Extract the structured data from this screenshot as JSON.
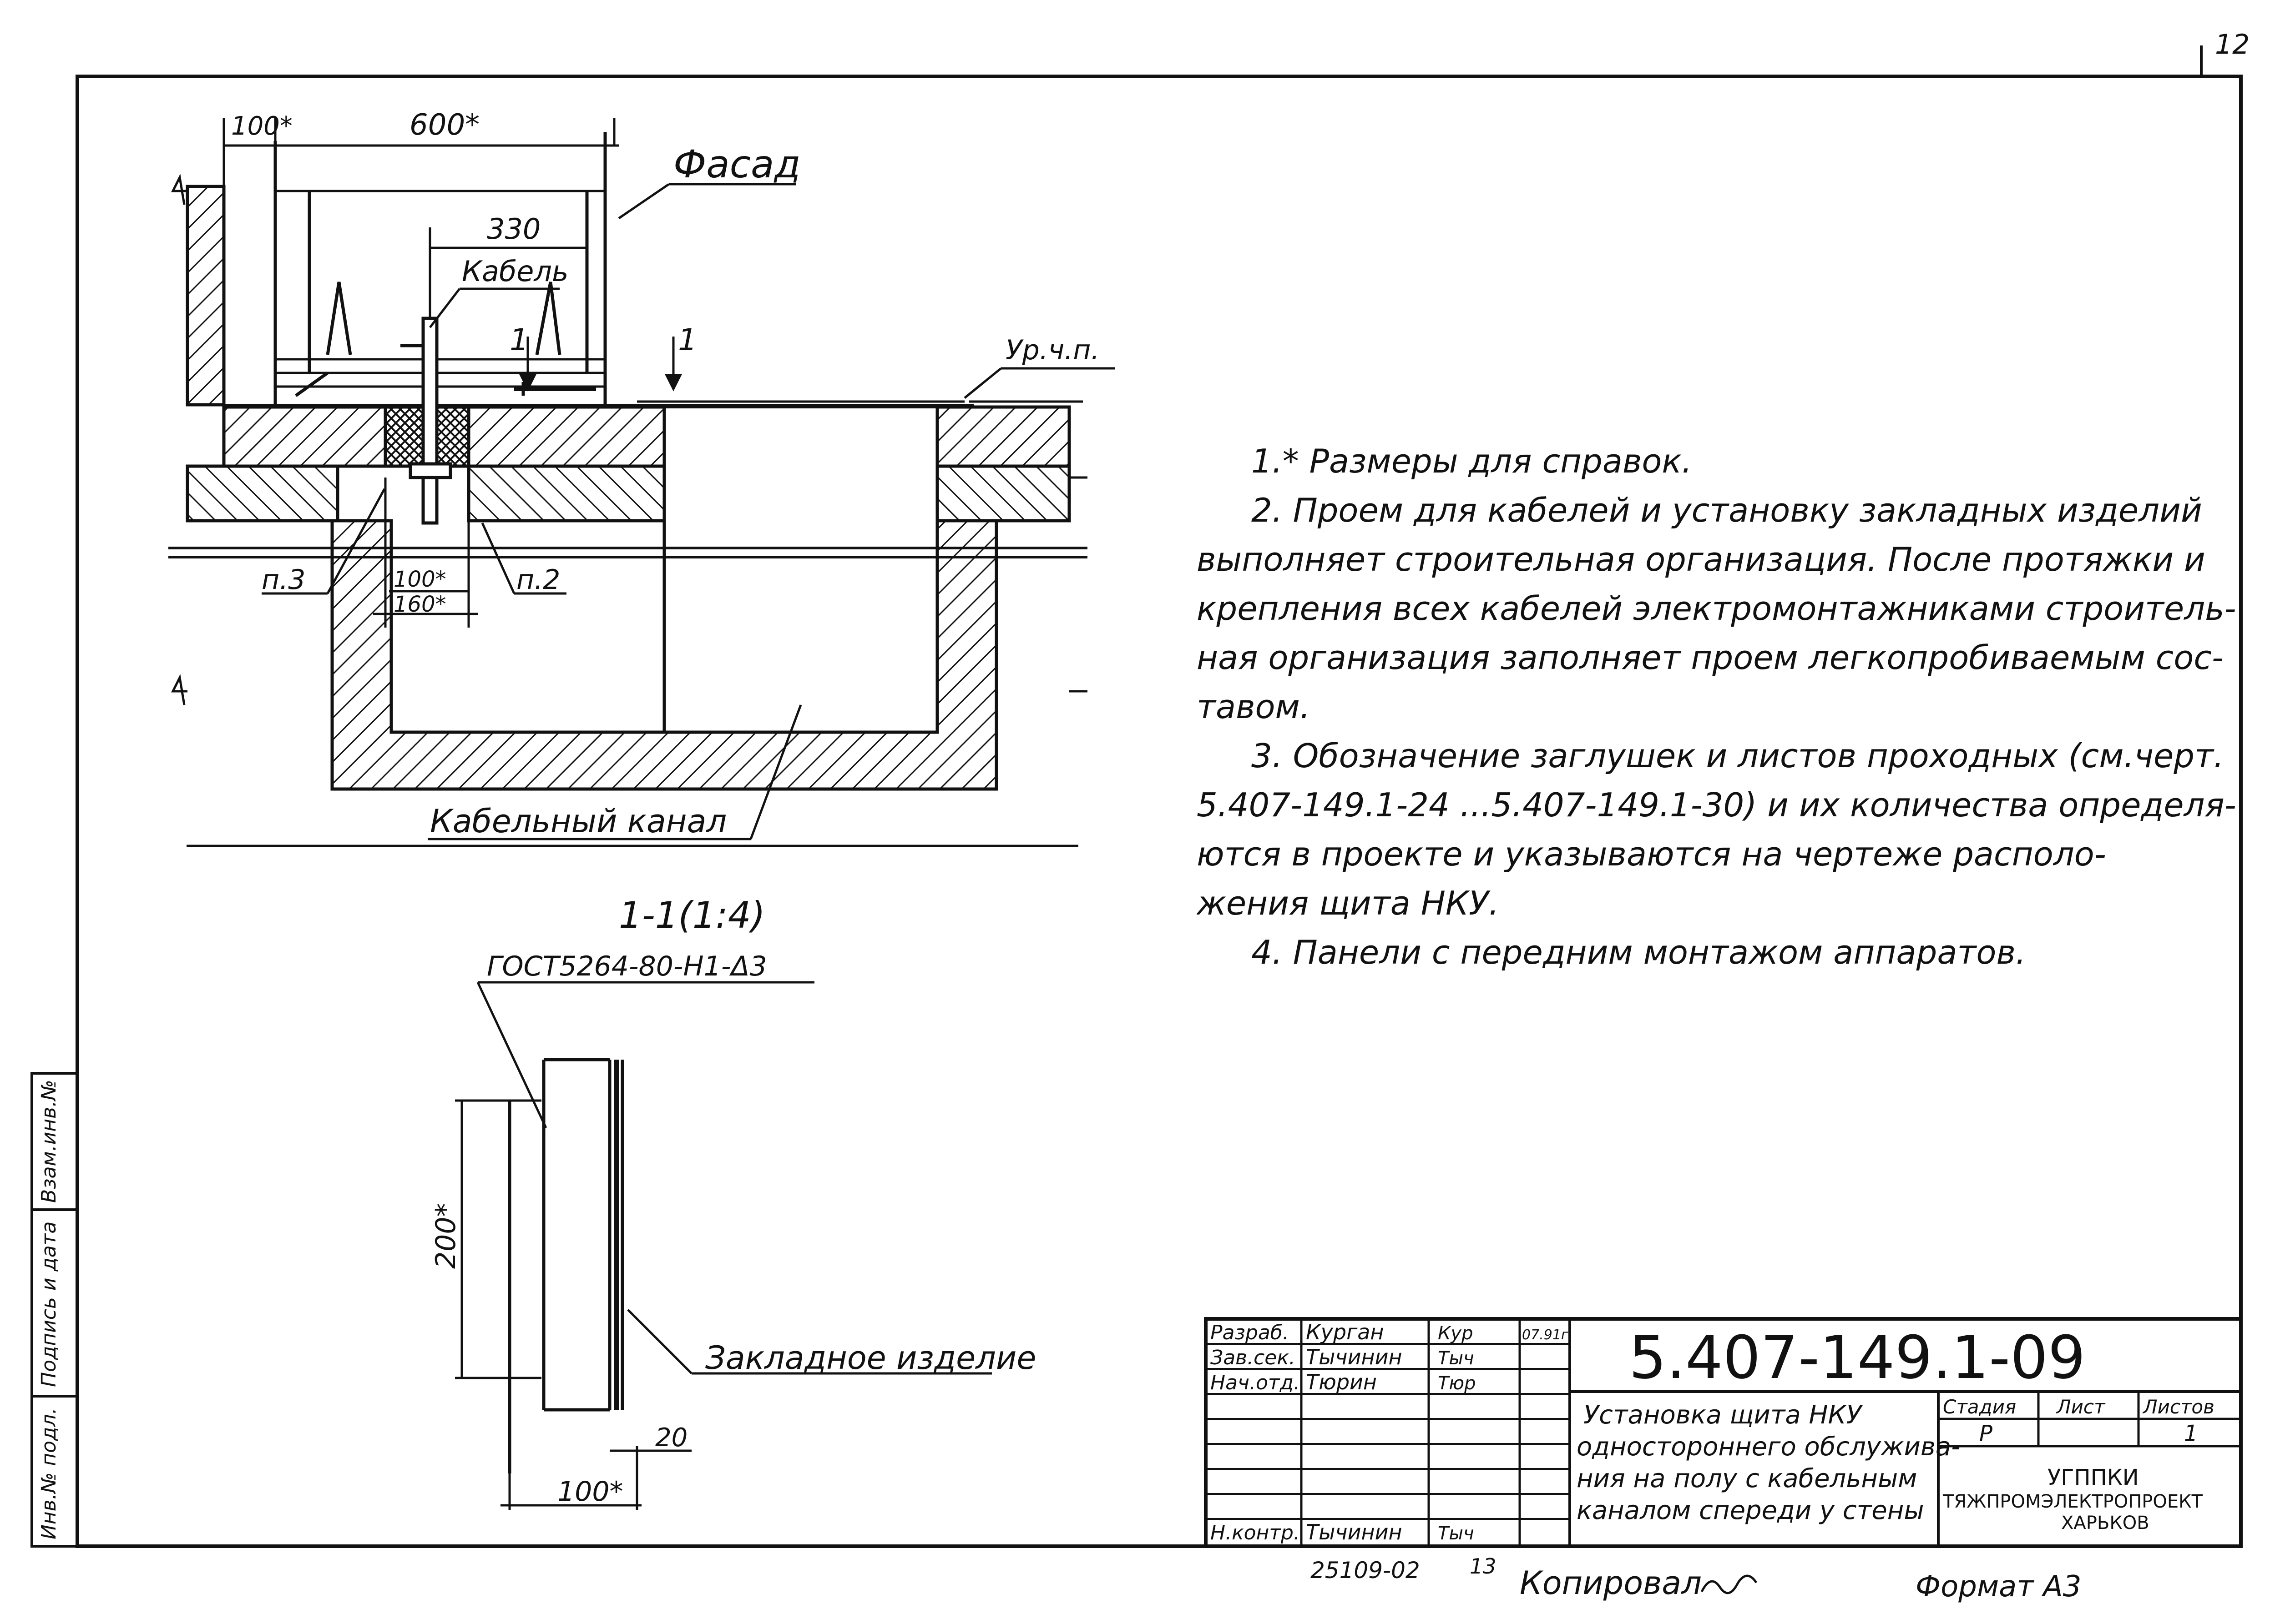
{
  "page_number": "12",
  "drawing": {
    "section_label": "1-1(1:4)",
    "labels": {
      "facade": "Фасад",
      "cable": "Кабель",
      "floor_level": "Ур.ч.п.",
      "cable_channel": "Кабельный канал",
      "p3": "п.3",
      "p2": "п.2",
      "cut_mark_1": "1",
      "cut_mark_2": "1",
      "embedded_part": "Закладное изделие",
      "weld": "ГОСТ5264-80-Н1-Δ3"
    },
    "dimensions": {
      "d100_top": "100*",
      "d600": "600*",
      "d330": "330",
      "d100_hole": "100*",
      "d160": "160*",
      "d200": "200*",
      "d20": "20",
      "d100_bottom": "100*"
    }
  },
  "notes": [
    "1.* Размеры для справок.",
    "2. Проем для кабелей и установку закладных изделий",
    "выполняет строительная организация. После протяжки и",
    "крепления всех кабелей электромонтажниками строитель-",
    "ная организация заполняет проем легкопробиваемым сос-",
    "тавом.",
    "3. Обозначение заглушек и листов проходных (см.черт.",
    "5.407-149.1-24 ...5.407-149.1-30) и их количества определя-",
    "ются в проекте и указываются на чертеже располо-",
    "жения щита НКУ.",
    "4. Панели с передним монтажом аппаратов."
  ],
  "side_stamp": {
    "cells": [
      "Инв.№ подл.",
      "Подпись и дата",
      "Взам.инв.№"
    ]
  },
  "title_block": {
    "rows": [
      {
        "role": "Разраб.",
        "name": "Курган",
        "signature": "Кур",
        "date": "07.91г"
      },
      {
        "role": "Зав.сек.",
        "name": "Тычинин",
        "signature": "Тыч",
        "date": ""
      },
      {
        "role": "Нач.отд.",
        "name": "Тюрин",
        "signature": "Тюр",
        "date": ""
      },
      {
        "role": "Н.контр.",
        "name": "Тычинин",
        "signature": "Тыч",
        "date": ""
      }
    ],
    "doc_number": "5.407-149.1-09",
    "title_lines": [
      "Установка щита НКУ",
      "одностороннего обслужива-",
      "ния на полу с кабельным",
      "каналом спереди у стены"
    ],
    "stage_header": "Стадия",
    "sheet_header": "Лист",
    "sheets_header": "Листов",
    "stage": "Р",
    "sheets": "1",
    "org_lines": [
      "УГППКИ",
      "ТЯЖПРОМЭЛЕКТРОПРОЕКТ",
      "ХАРЬКОВ"
    ]
  },
  "footer": {
    "code": "25109-02",
    "number": "13",
    "copied": "Копировал",
    "format": "Формат А3"
  }
}
